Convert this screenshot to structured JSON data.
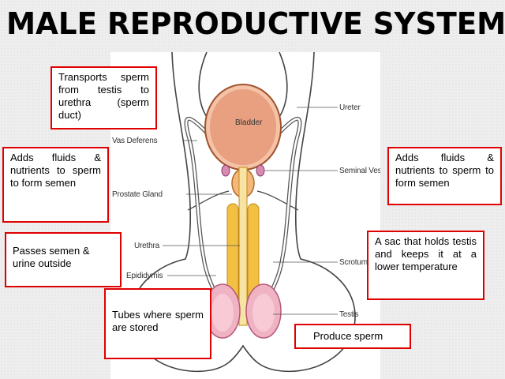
{
  "title": "MALE REPRODUCTIVE SYSTEM",
  "diagram_labels": {
    "bladder": "Bladder",
    "ureter": "Ureter",
    "vas_deferens": "Vas Deferens",
    "seminal_vesicle": "Seminal Vesicle",
    "prostate_gland": "Prostate Gland",
    "urethra": "Urethra",
    "scrotum": "Scrotum",
    "epididymis": "Epididymis",
    "testis": "Testis"
  },
  "callouts": {
    "sperm_duct": "Transports sperm from testis to urethra (sperm duct)",
    "prostate": "Adds fluids & nutrients to sperm to form semen",
    "seminal_vesicle": "Adds fluids & nutrients to sperm to form semen",
    "urethra": "Passes semen & urine outside",
    "scrotum": "A sac that holds testis and keeps it at a lower temperature",
    "epididymis": "Tubes where sperm are stored",
    "testis": "Produce sperm"
  }
}
